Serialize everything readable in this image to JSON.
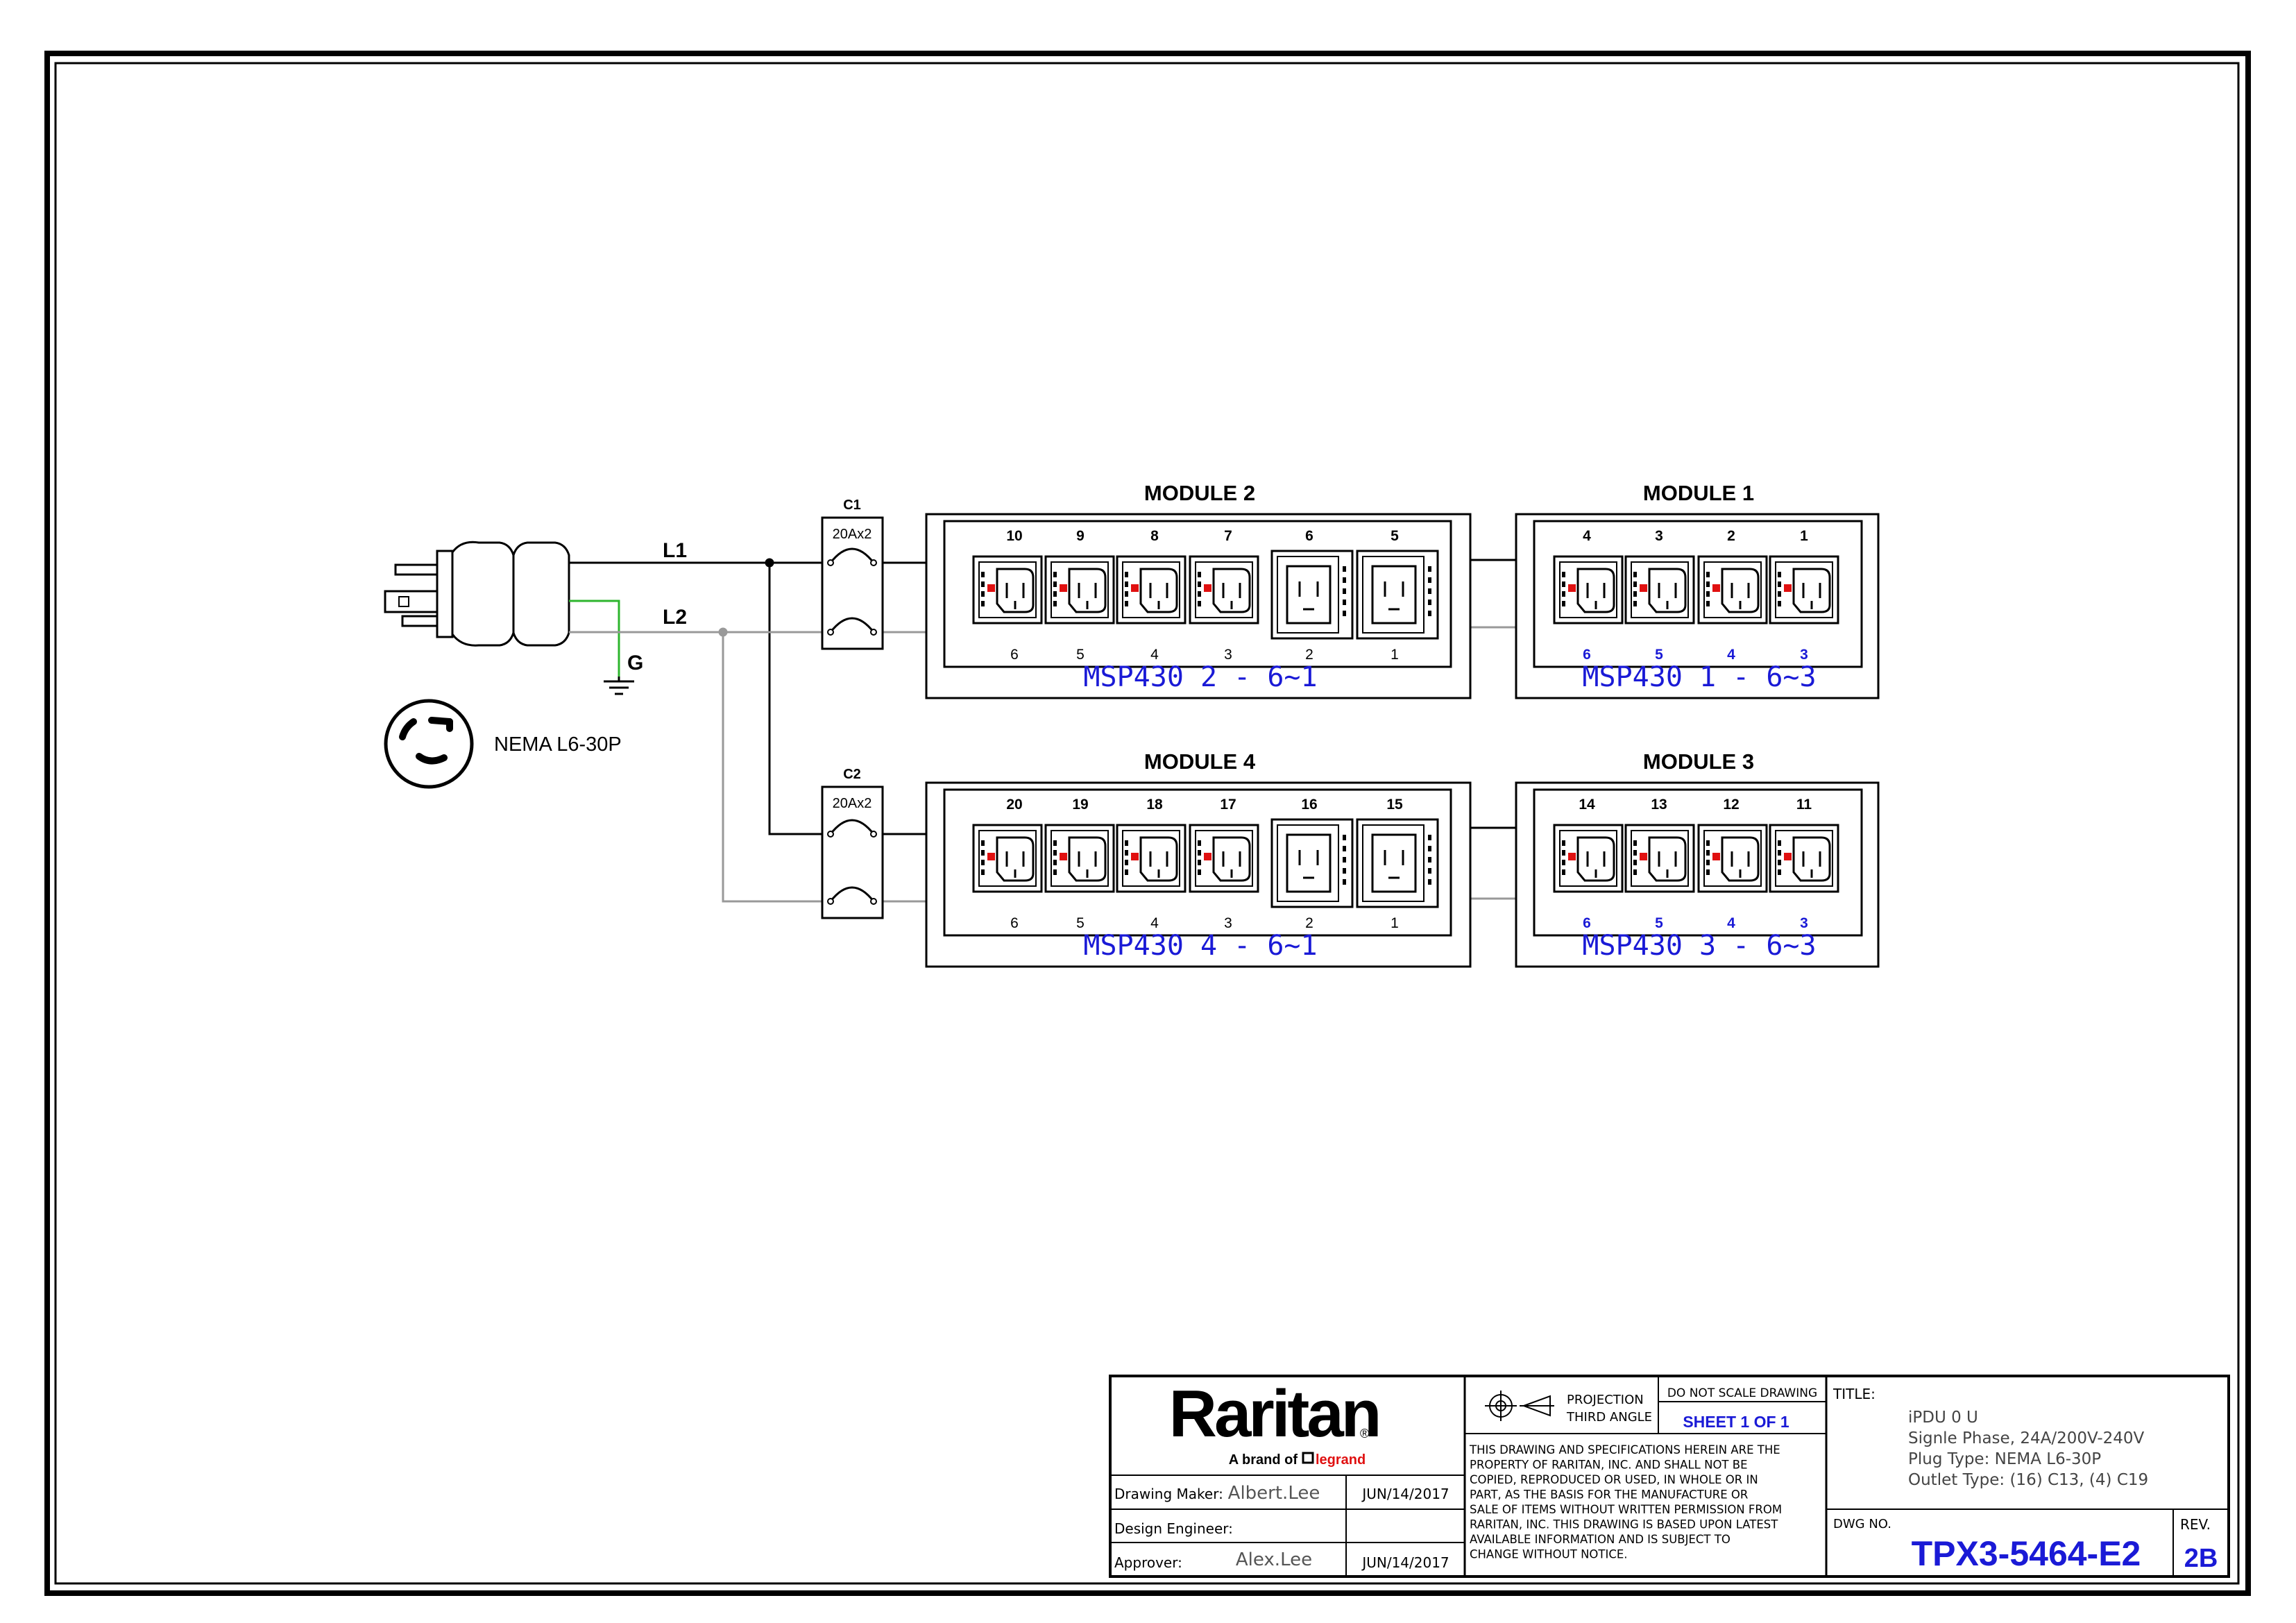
{
  "colors": {
    "line": "#000000",
    "neutral": "#999999",
    "ground": "#2db52d",
    "blue": "#1a1ad6",
    "red": "#e01010"
  },
  "plug": {
    "l1": "L1",
    "l2": "L2",
    "g": "G",
    "nema_label": "NEMA L6-30P"
  },
  "breakers": [
    {
      "name": "C1",
      "rating": "20Ax2"
    },
    {
      "name": "C2",
      "rating": "20Ax2"
    }
  ],
  "modules": [
    {
      "title": "MODULE 2",
      "type": "6",
      "top": [
        "10",
        "9",
        "8",
        "7",
        "6",
        "5"
      ],
      "bottom": [
        "6",
        "5",
        "4",
        "3",
        "2",
        "1"
      ],
      "label": "MSP430 2 - 6~1"
    },
    {
      "title": "MODULE 1",
      "type": "4",
      "top": [
        "4",
        "3",
        "2",
        "1"
      ],
      "bottom": [
        "6",
        "5",
        "4",
        "3"
      ],
      "label": "MSP430 1 - 6~3"
    },
    {
      "title": "MODULE 4",
      "type": "6",
      "top": [
        "20",
        "19",
        "18",
        "17",
        "16",
        "15"
      ],
      "bottom": [
        "6",
        "5",
        "4",
        "3",
        "2",
        "1"
      ],
      "label": "MSP430 4 - 6~1"
    },
    {
      "title": "MODULE 3",
      "type": "4",
      "top": [
        "14",
        "13",
        "12",
        "11"
      ],
      "bottom": [
        "6",
        "5",
        "4",
        "3"
      ],
      "label": "MSP430 3 - 6~3"
    }
  ],
  "title_block": {
    "brand": "Raritan",
    "brand_tagline": "A brand of",
    "brand_legrand": "legrand",
    "drawing_maker_label": "Drawing Maker:",
    "drawing_maker": "Albert.Lee",
    "drawing_maker_date": "JUN/14/2017",
    "design_engineer_label": "Design Engineer:",
    "approver_label": "Approver:",
    "approver": "Alex.Lee",
    "approver_date": "JUN/14/2017",
    "projection_1": "PROJECTION",
    "projection_2": "THIRD ANGLE",
    "do_not_scale": "DO NOT SCALE DRAWING",
    "sheet": "SHEET 1 OF 1",
    "notice": [
      "THIS DRAWING AND SPECIFICATIONS HEREIN ARE THE",
      "PROPERTY OF RARITAN, INC. AND SHALL NOT BE",
      "COPIED, REPRODUCED OR USED, IN WHOLE OR IN",
      "PART, AS THE BASIS FOR THE MANUFACTURE OR",
      "SALE OF ITEMS WITHOUT WRITTEN PERMISSION FROM",
      "RARITAN, INC. THIS DRAWING IS BASED UPON LATEST",
      "AVAILABLE INFORMATION AND IS SUBJECT TO",
      "CHANGE WITHOUT NOTICE."
    ],
    "title_label": "TITLE:",
    "title_lines": [
      "iPDU 0 U",
      "Signle Phase, 24A/200V-240V",
      "Plug Type: NEMA L6-30P",
      "Outlet Type: (16) C13, (4) C19"
    ],
    "dwg_label": "DWG NO.",
    "dwg_no": "TPX3-5464-E2",
    "rev_label": "REV.",
    "rev": "2B"
  }
}
